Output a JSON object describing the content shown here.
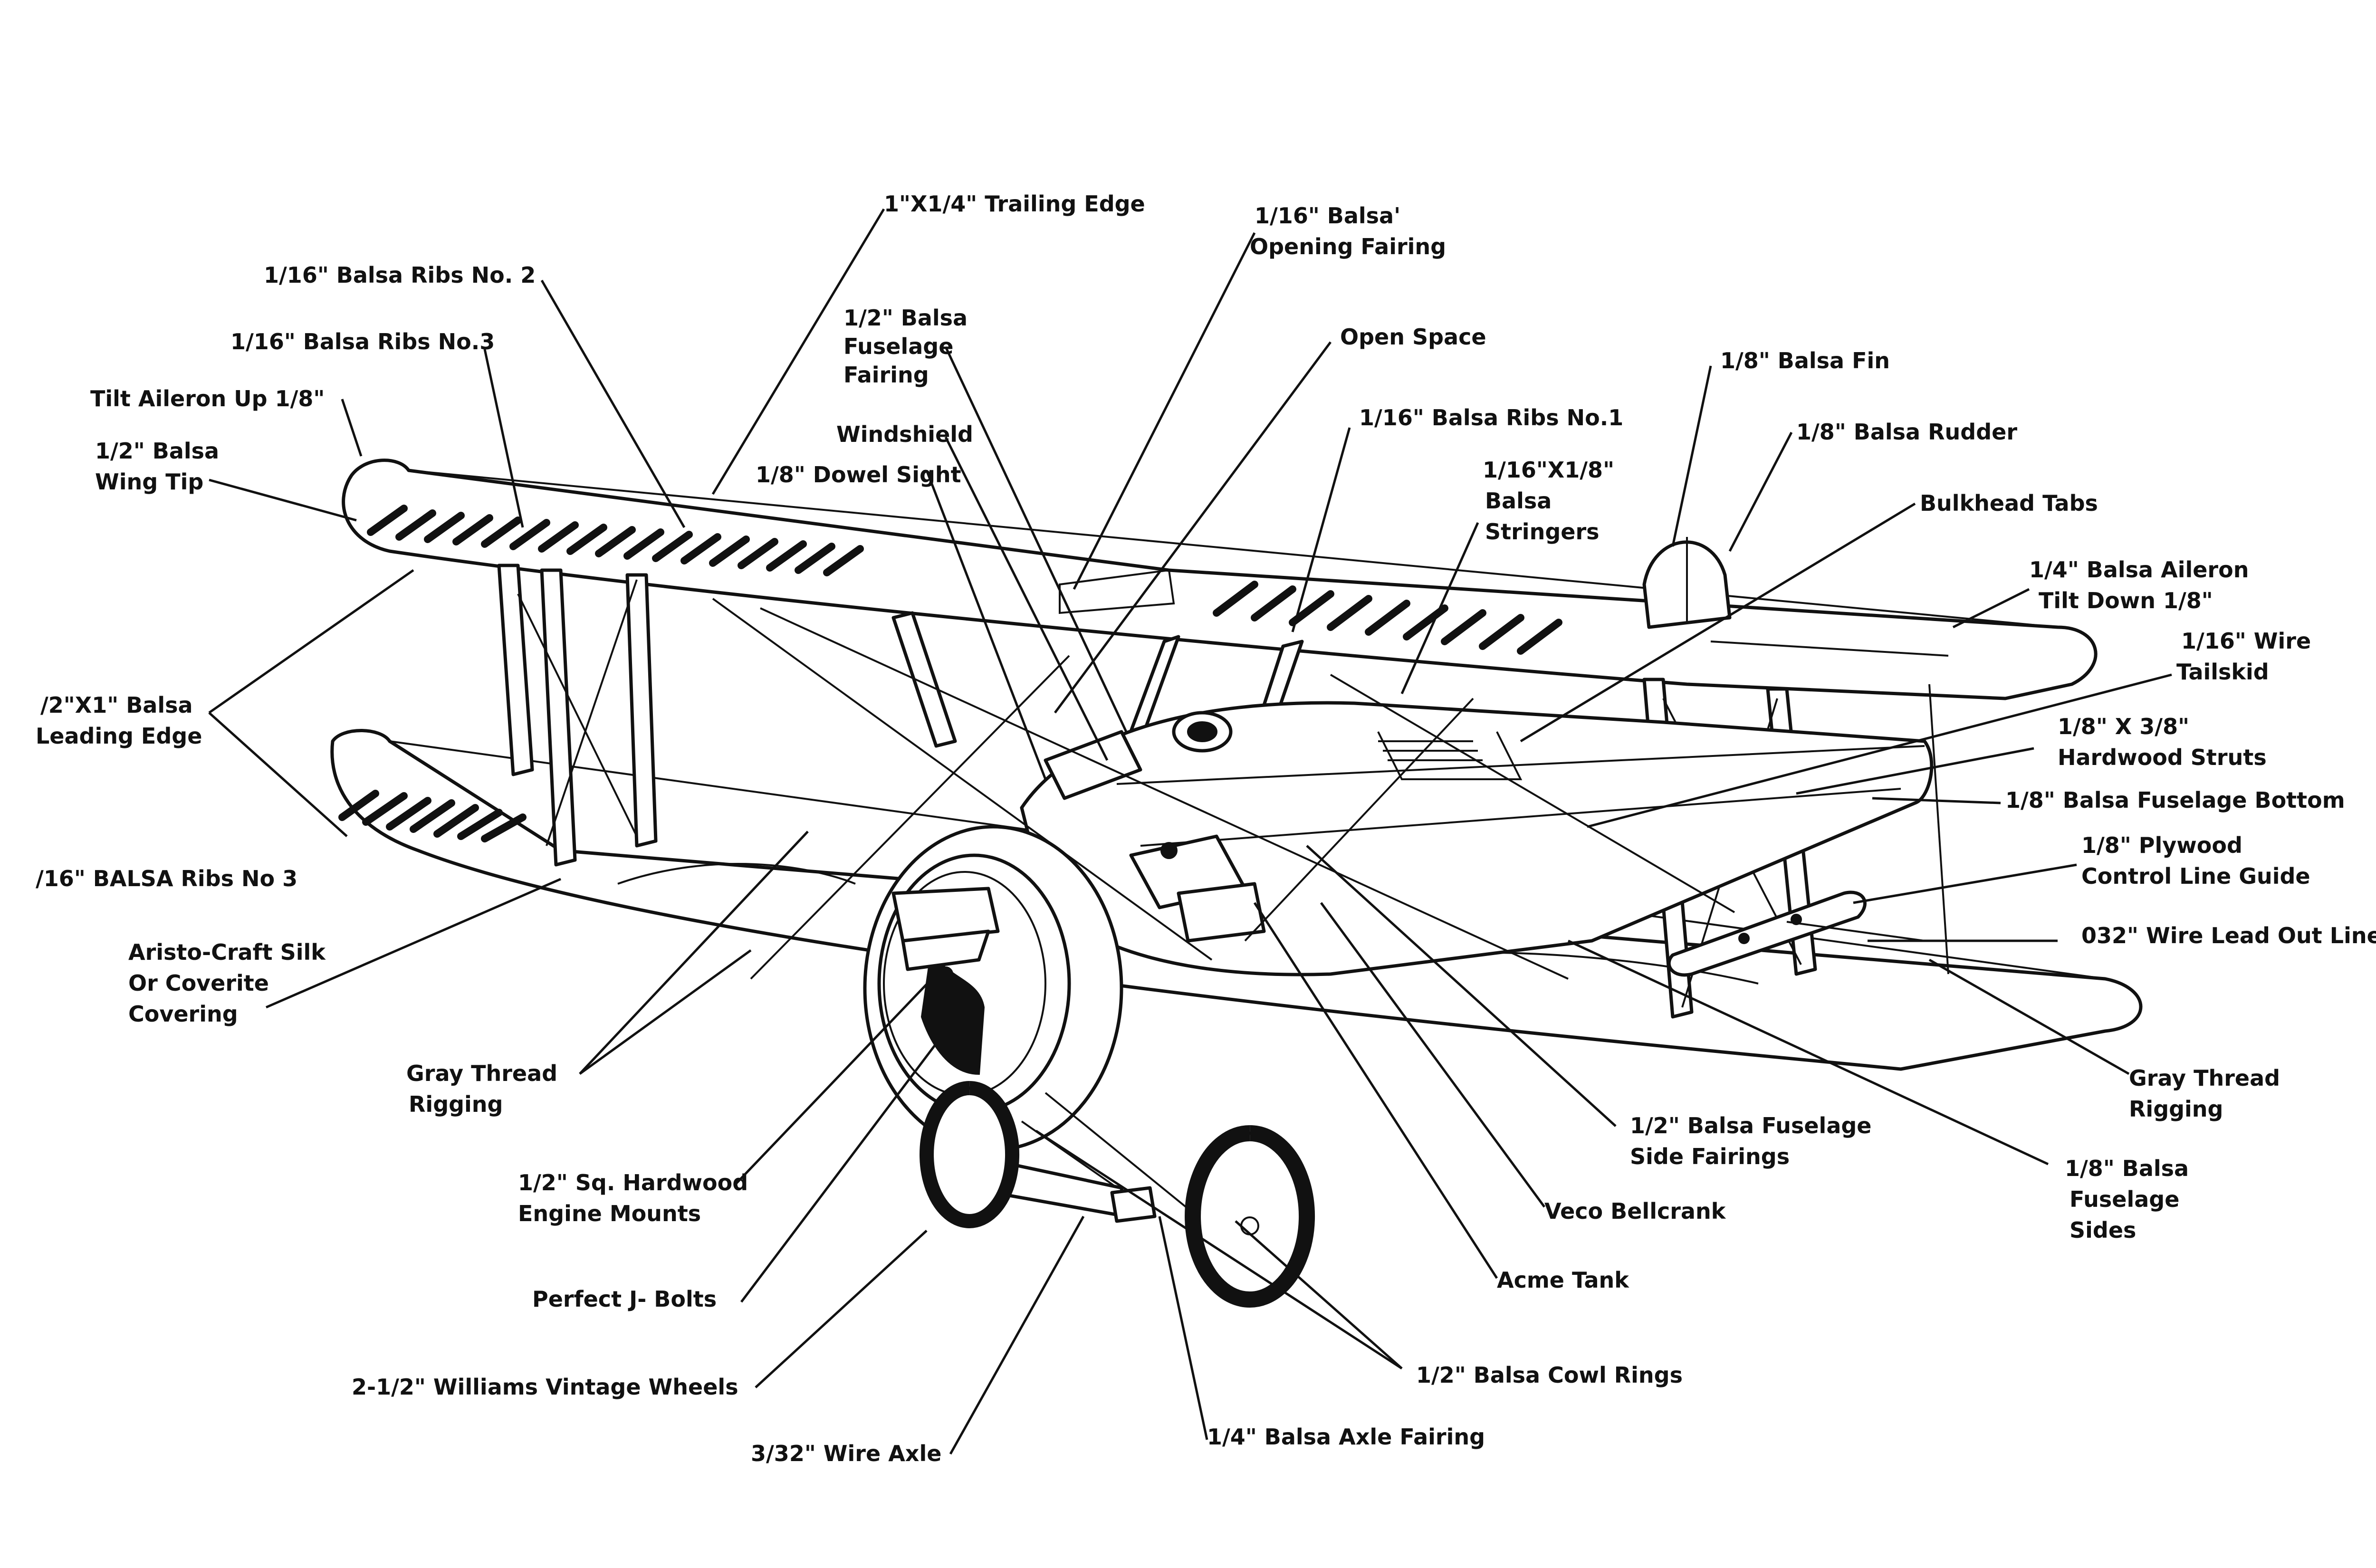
{
  "diagram": {
    "labels": {
      "trailing_edge": "1\"X1/4\" Trailing Edge",
      "ribs_no2": "1/16\" Balsa Ribs No. 2",
      "ribs_no3_upper": "1/16\" Balsa Ribs No.3",
      "tilt_aileron_up": "Tilt Aileron Up 1/8\"",
      "wing_tip_1": "1/2\" Balsa",
      "wing_tip_2": "Wing Tip",
      "leading_edge_1": "/2\"X1\" Balsa",
      "leading_edge_2": "Leading Edge",
      "ribs_no3_lower": "/16\" BALSA Ribs No 3",
      "covering_1": "Aristo-Craft Silk",
      "covering_2": "Or Coverite",
      "covering_3": "Covering",
      "rigging_left_1": "Gray Thread",
      "rigging_left_2": "Rigging",
      "engine_mounts_1": "1/2\" Sq. Hardwood",
      "engine_mounts_2": "Engine Mounts",
      "j_bolts": "Perfect J- Bolts",
      "wheels": "2-1/2\" Williams Vintage Wheels",
      "wire_axle": "3/32\" Wire Axle",
      "axle_fairing": "1/4\" Balsa Axle Fairing",
      "cowl_rings": "1/2\" Balsa Cowl Rings",
      "acme_tank": "Acme Tank",
      "bellcrank": "Veco Bellcrank",
      "side_fairings_1": "1/2\" Balsa Fuselage",
      "side_fairings_2": "Side Fairings",
      "fuselage_sides_1": "1/8\" Balsa",
      "fuselage_sides_2": "Fuselage",
      "fuselage_sides_3": "Sides",
      "rigging_right_1": "Gray Thread",
      "rigging_right_2": "Rigging",
      "lead_out_lines": "032\" Wire Lead Out Lines",
      "control_guide_1": "1/8\" Plywood",
      "control_guide_2": "Control Line Guide",
      "fuselage_bottom": "1/8\" Balsa Fuselage Bottom",
      "struts_1": "1/8\" X 3/8\"",
      "struts_2": "Hardwood Struts",
      "tailskid_1": "1/16\" Wire",
      "tailskid_2": "Tailskid",
      "aileron_1": "1/4\" Balsa Aileron",
      "aileron_2": "Tilt Down 1/8\"",
      "bulkhead_tabs": "Bulkhead Tabs",
      "rudder": "1/8\" Balsa Rudder",
      "fin": "1/8\" Balsa Fin",
      "stringers_1": "1/16\"X1/8\"",
      "stringers_2": "Balsa",
      "stringers_3": "Stringers",
      "ribs_no1": "1/16\" Balsa Ribs No.1",
      "open_space": "Open Space",
      "opening_fairing_1": "1/16\" Balsa'",
      "opening_fairing_2": "Opening Fairing",
      "fuselage_fairing_1": "1/2\" Balsa",
      "fuselage_fairing_2": "Fuselage",
      "fuselage_fairing_3": "Fairing",
      "windshield": "Windshield",
      "dowel_sight": "1/8\" Dowel Sight"
    }
  }
}
